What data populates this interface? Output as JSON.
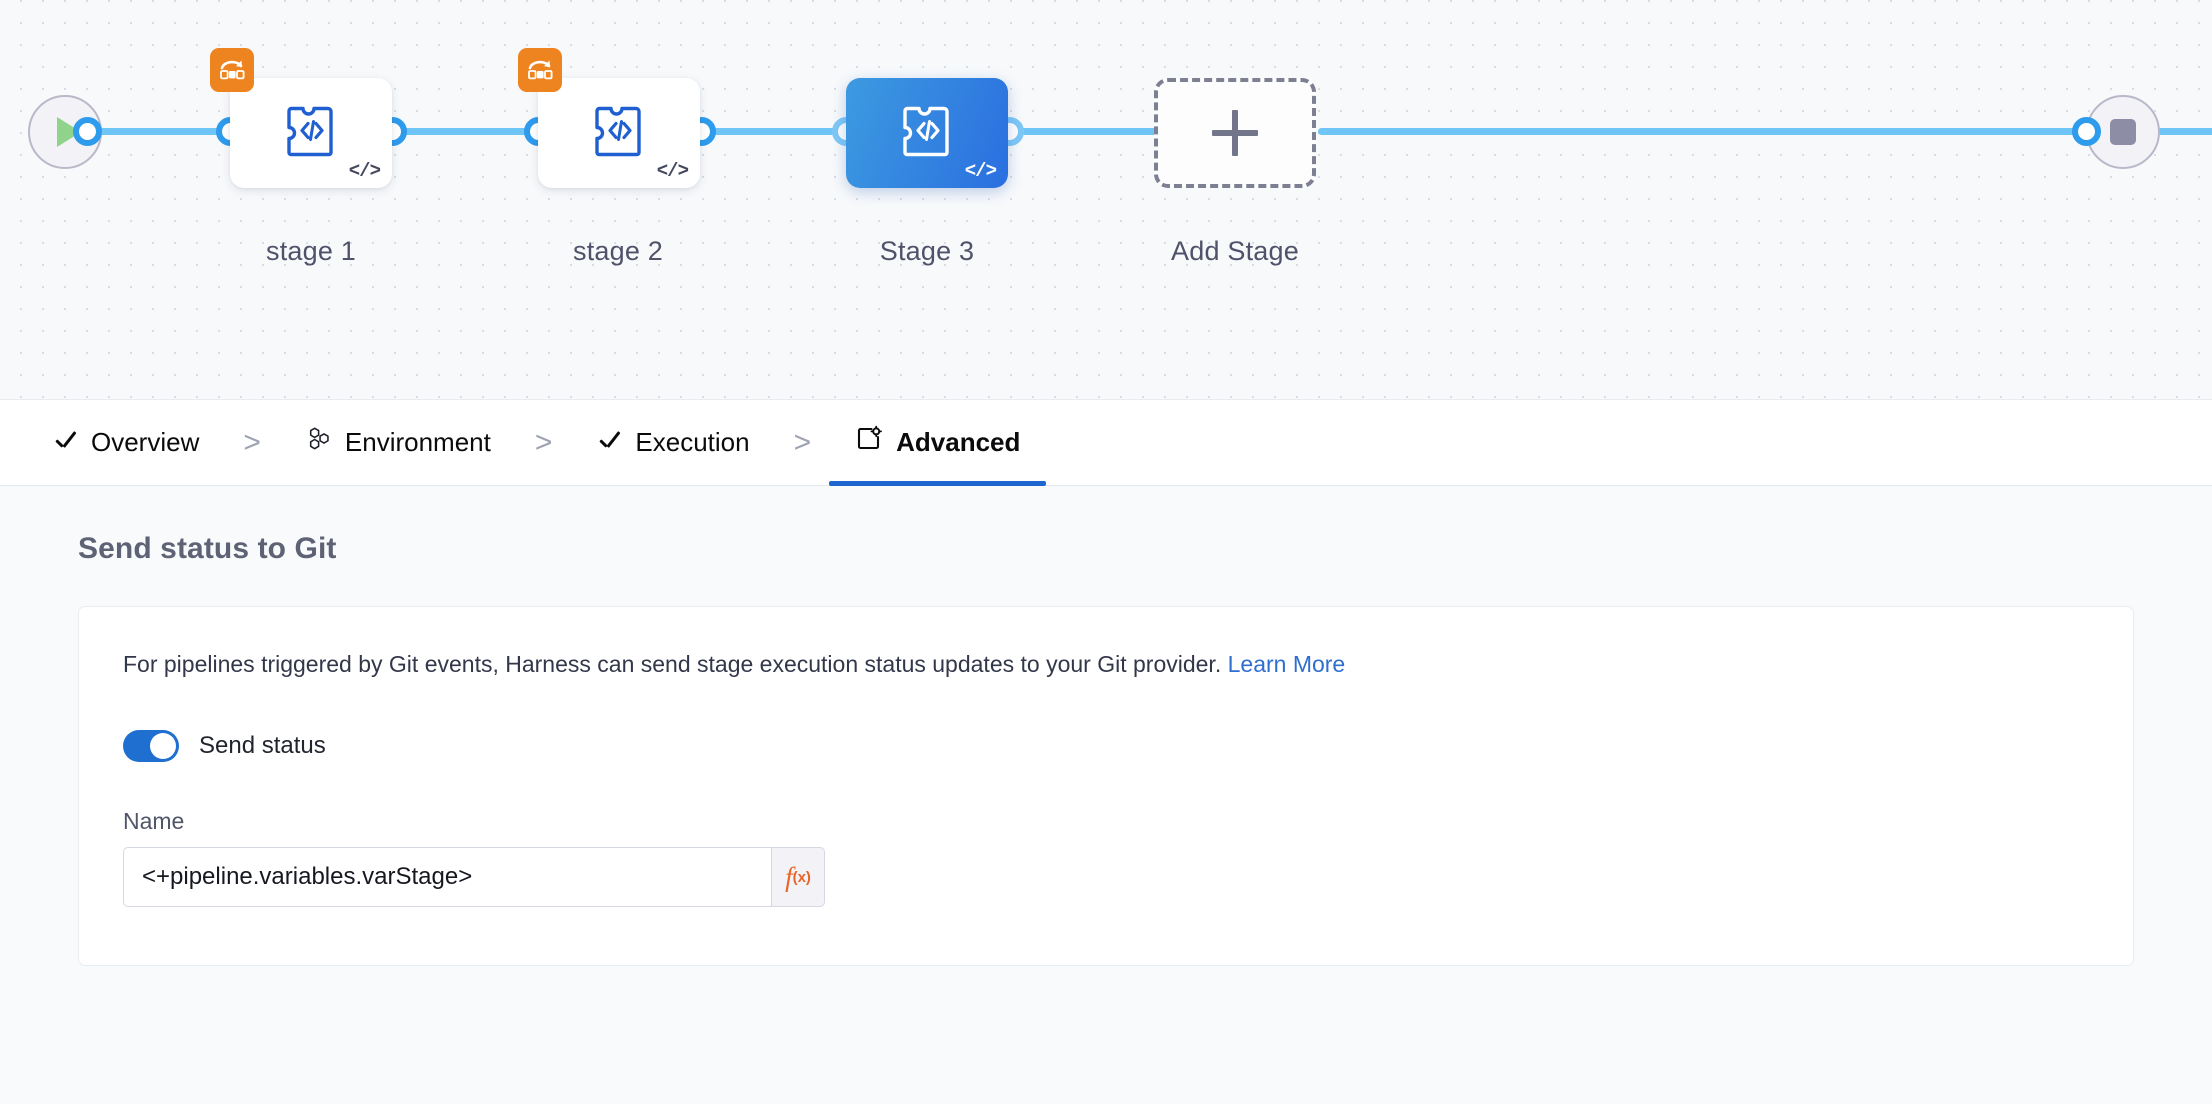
{
  "canvas": {
    "start_node": {
      "icon": "play-icon",
      "name": "pipeline-start"
    },
    "end_node": {
      "icon": "stop-icon",
      "name": "pipeline-end"
    },
    "stages": [
      {
        "label": "stage 1",
        "selected": false,
        "has_matrix_badge": true,
        "type_icon": "custom-stage-icon",
        "code_badge": "</>"
      },
      {
        "label": "stage 2",
        "selected": false,
        "has_matrix_badge": true,
        "type_icon": "custom-stage-icon",
        "code_badge": "</>"
      },
      {
        "label": "Stage 3",
        "selected": true,
        "has_matrix_badge": false,
        "type_icon": "custom-stage-icon",
        "code_badge": "</>"
      }
    ],
    "add_stage": {
      "label": "Add Stage",
      "icon": "plus-icon"
    },
    "colors": {
      "connector": "#6fc5f5",
      "handle_border": "#2f9bec",
      "selected_stage_from": "#3d9ae0",
      "selected_stage_to": "#2a6fe0",
      "matrix_badge": "#ee8420"
    }
  },
  "tabs": {
    "items": [
      {
        "label": "Overview",
        "icon": "check-icon",
        "active": false,
        "separator": ">"
      },
      {
        "label": "Environment",
        "icon": "infrastructure-icon",
        "active": false,
        "separator": ">"
      },
      {
        "label": "Execution",
        "icon": "check-icon",
        "active": false,
        "separator": ">"
      },
      {
        "label": "Advanced",
        "icon": "advanced-gear-icon",
        "active": true,
        "separator": ""
      }
    ],
    "active_underline_color": "#1d66d0"
  },
  "main": {
    "section_title": "Send status to Git",
    "card": {
      "description": "For pipelines triggered by Git events, Harness can send stage execution status updates to your Git provider.",
      "learn_more": "Learn More",
      "toggle": {
        "label": "Send status",
        "on": true,
        "color": "#1e6fd0"
      },
      "name_field": {
        "label": "Name",
        "value": "<+pipeline.variables.varStage>",
        "placeholder": "",
        "expression_button": {
          "f": "f",
          "x": "(x)",
          "color": "#e8652a"
        }
      }
    }
  }
}
